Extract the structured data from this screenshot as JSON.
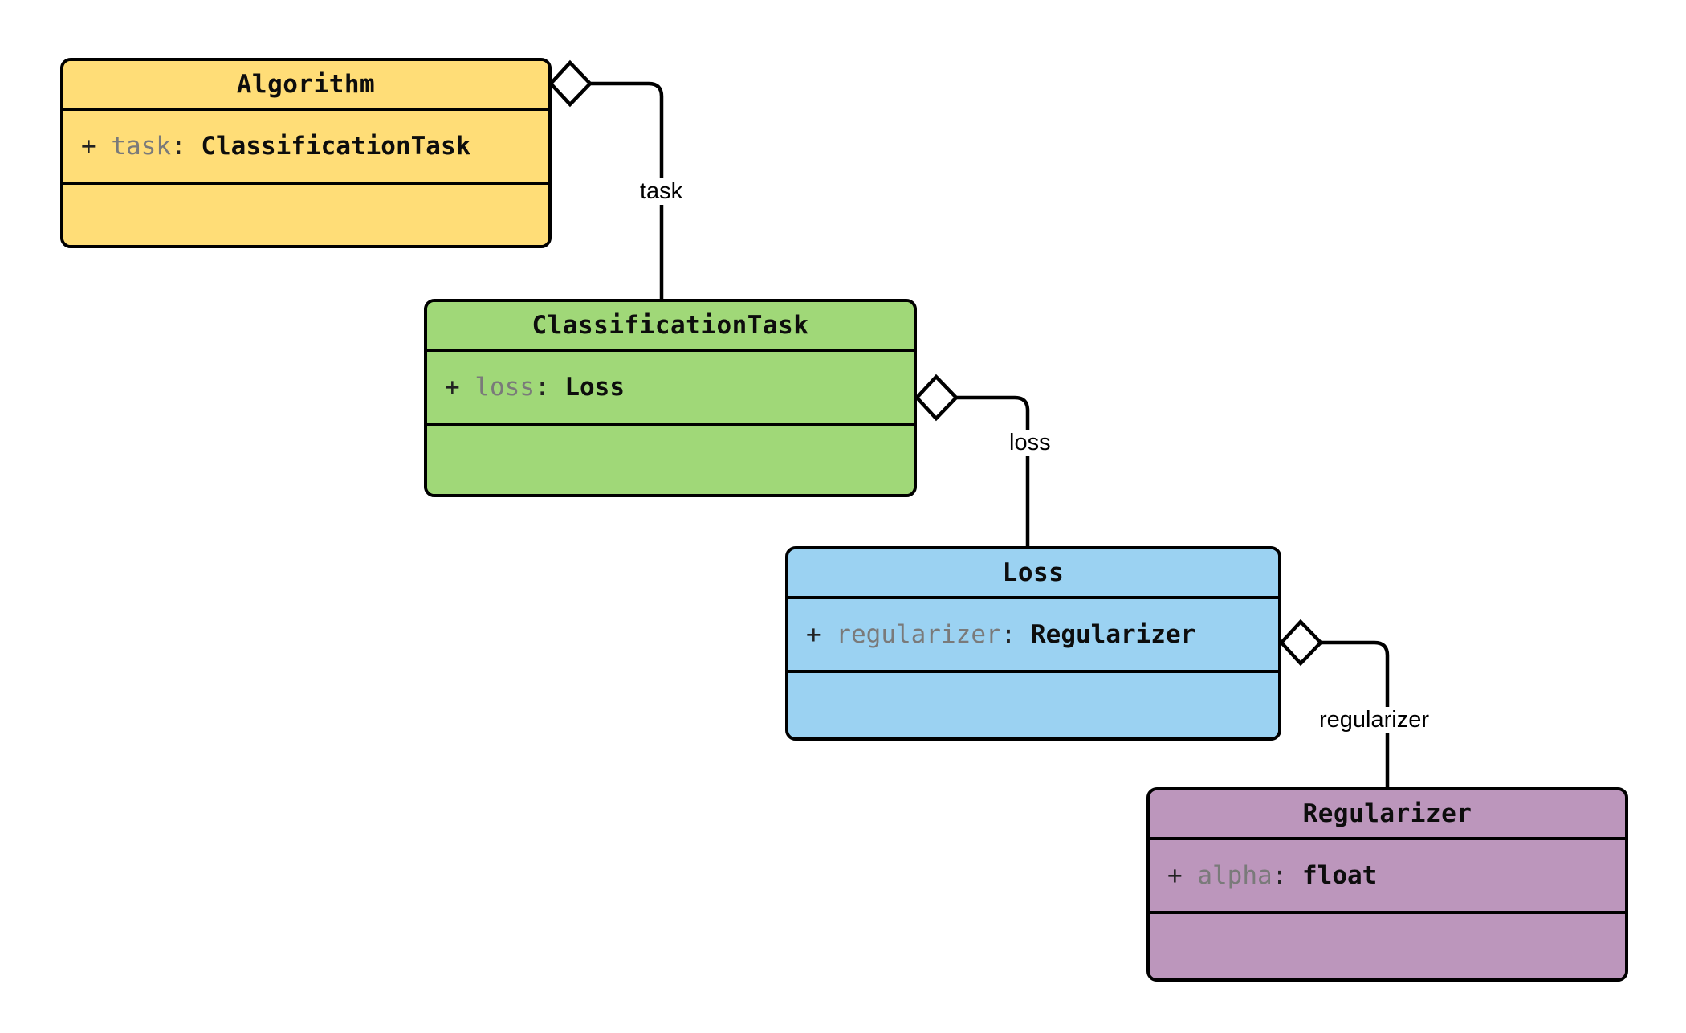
{
  "diagram": {
    "type": "uml-class-diagram",
    "background": "#ffffff",
    "classes": [
      {
        "id": "algorithm",
        "name": "Algorithm",
        "fill": "#FFDD77",
        "attributes": [
          {
            "visibility": "+",
            "name": "task",
            "separator": ":",
            "type": "ClassificationTask"
          }
        ],
        "methods": []
      },
      {
        "id": "classificationtask",
        "name": "ClassificationTask",
        "fill": "#A0D878",
        "attributes": [
          {
            "visibility": "+",
            "name": "loss",
            "separator": ":",
            "type": "Loss"
          }
        ],
        "methods": []
      },
      {
        "id": "loss",
        "name": "Loss",
        "fill": "#9BD2F2",
        "attributes": [
          {
            "visibility": "+",
            "name": "regularizer",
            "separator": ":",
            "type": "Regularizer"
          }
        ],
        "methods": []
      },
      {
        "id": "regularizer",
        "name": "Regularizer",
        "fill": "#BC96BC",
        "attributes": [
          {
            "visibility": "+",
            "name": "alpha",
            "separator": ":",
            "type": "float"
          }
        ],
        "methods": []
      }
    ],
    "relationships": [
      {
        "id": "algorithm-task-classificationtask",
        "kind": "aggregation",
        "marker": "open-diamond",
        "from": "Algorithm",
        "to": "ClassificationTask",
        "label": "task"
      },
      {
        "id": "classificationtask-loss-loss",
        "kind": "aggregation",
        "marker": "open-diamond",
        "from": "ClassificationTask",
        "to": "Loss",
        "label": "loss"
      },
      {
        "id": "loss-regularizer-regularizer",
        "kind": "aggregation",
        "marker": "open-diamond",
        "from": "Loss",
        "to": "Regularizer",
        "label": "regularizer"
      }
    ]
  }
}
